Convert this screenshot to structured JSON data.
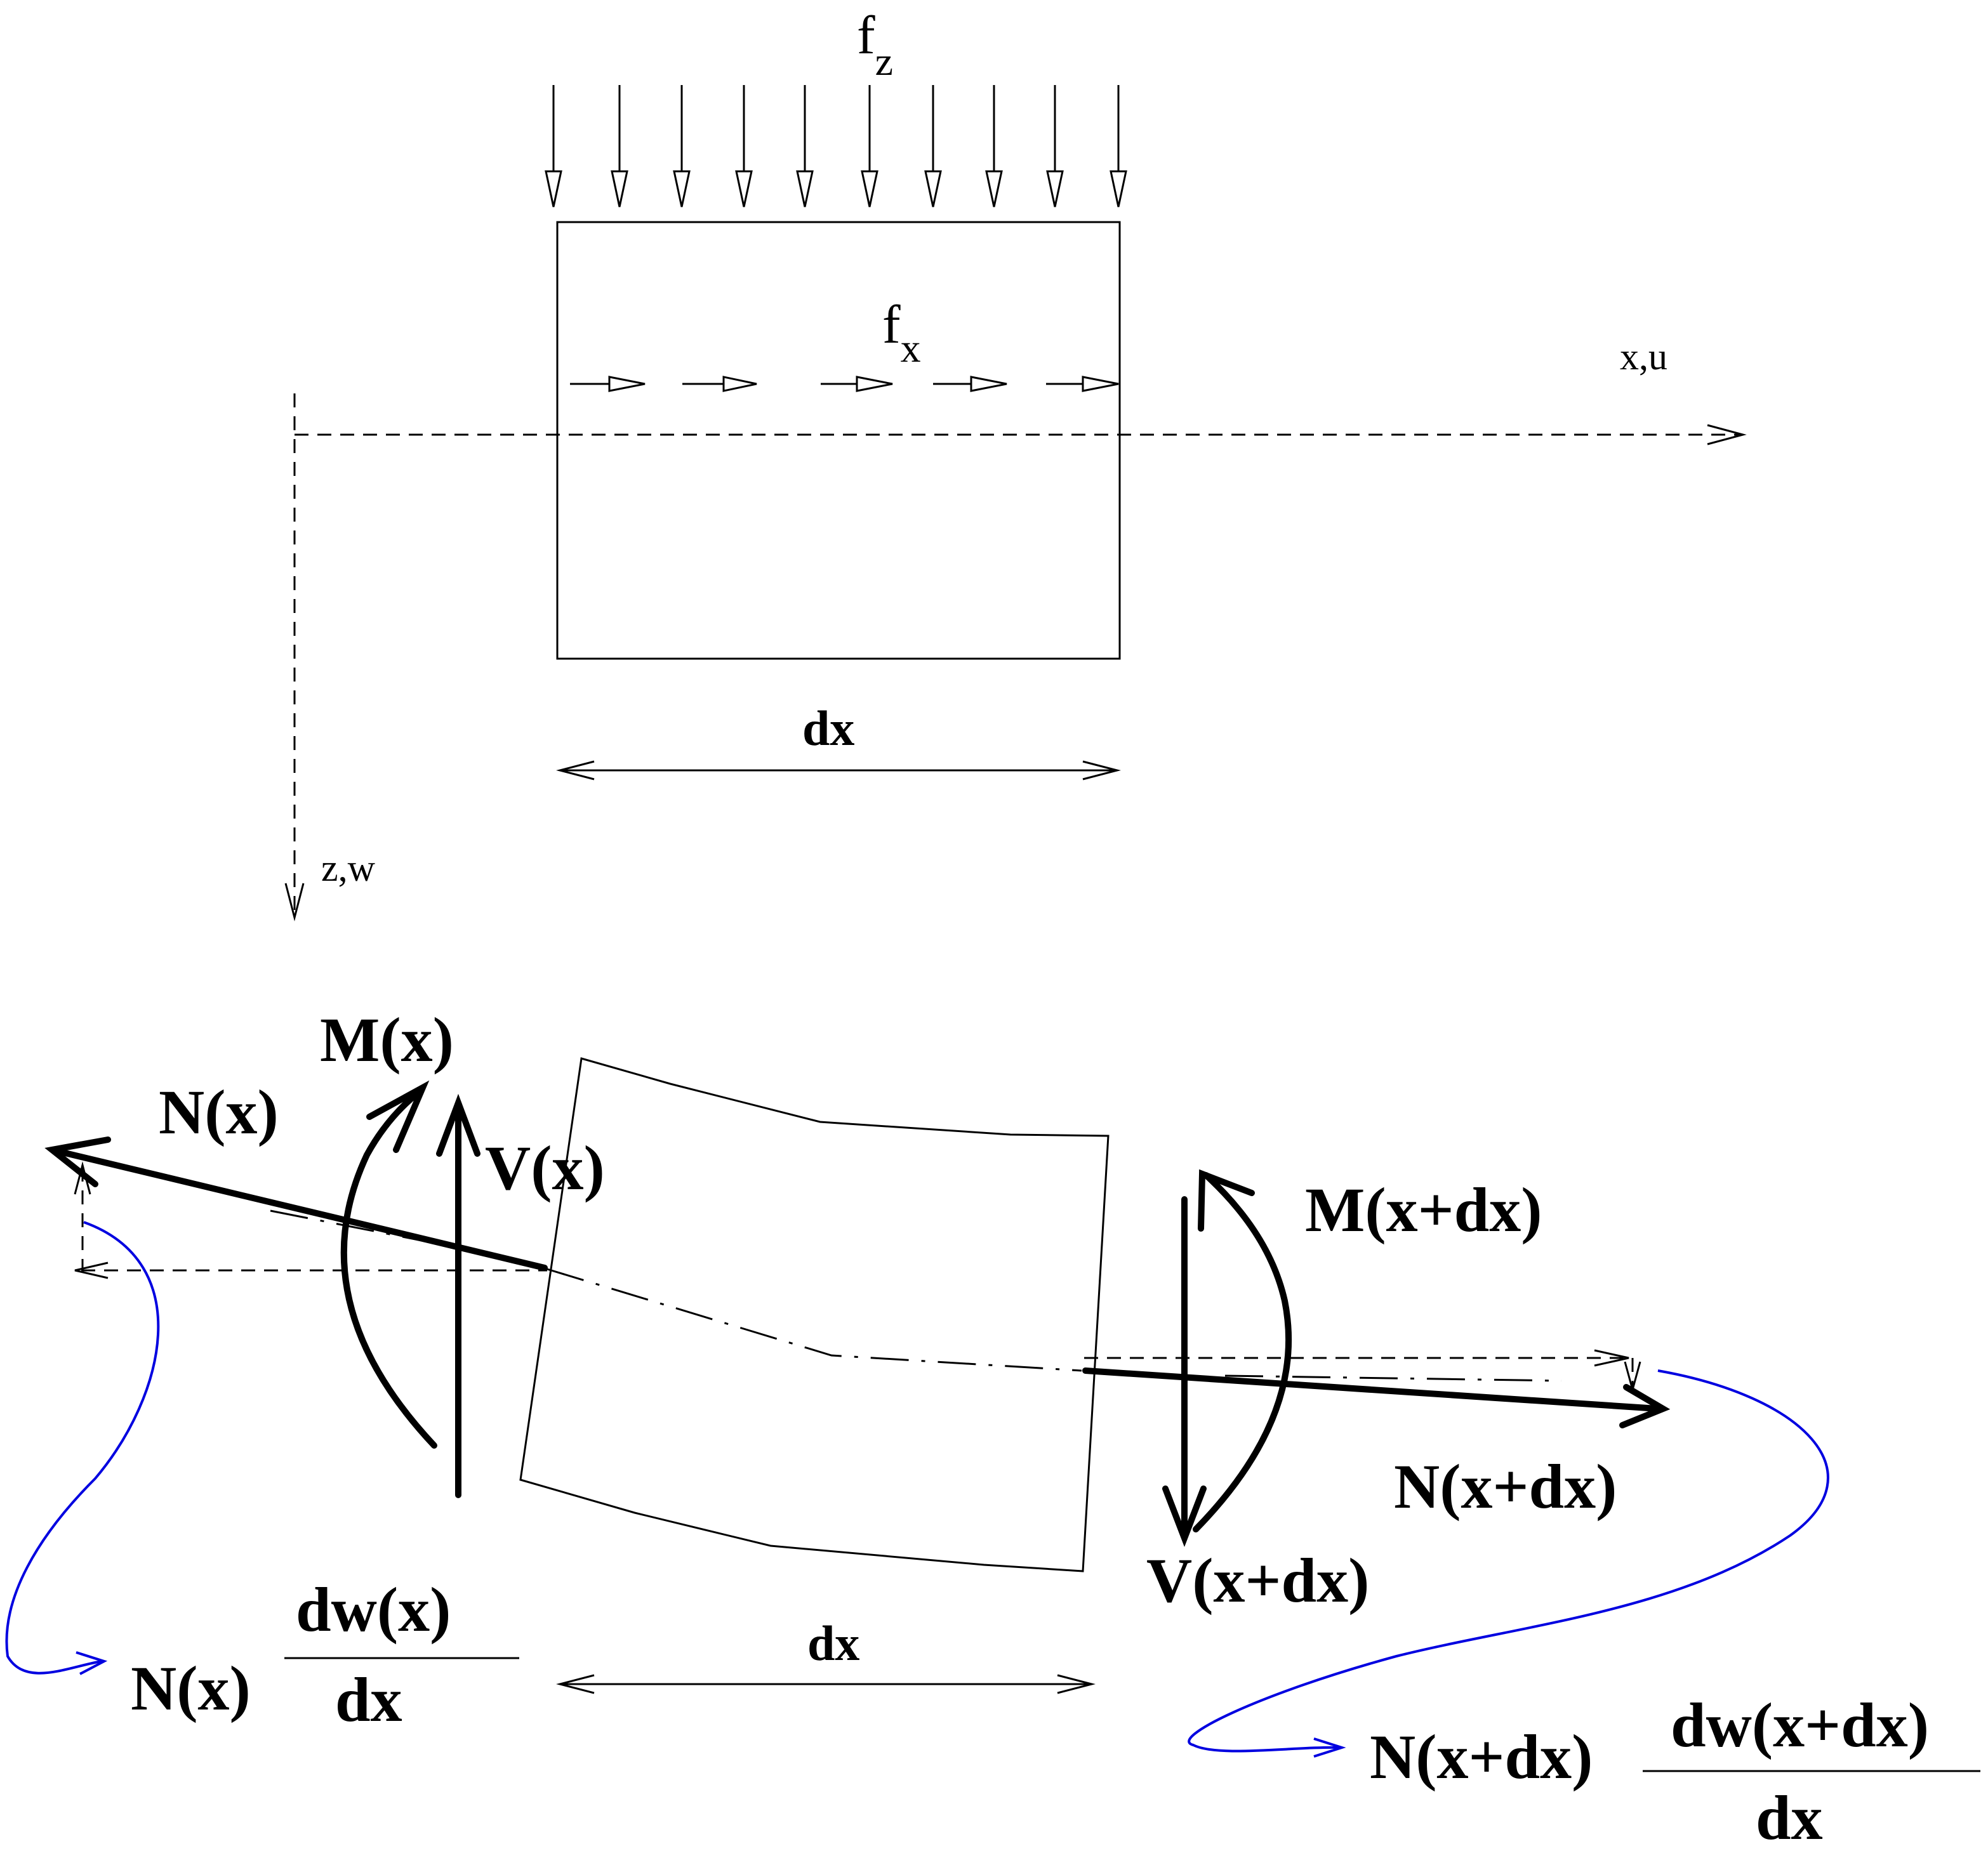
{
  "labels": {
    "fz_main": "f",
    "fz_sub": "z",
    "fx_main": "f",
    "fx_sub": "x",
    "axis_x": "x,u",
    "axis_z": "z,w",
    "dx_top": "dx",
    "M_left": "M(x)",
    "N_left": "N(x)",
    "V_left": "V(x)",
    "M_right": "M(x+dx)",
    "N_right": "N(x+dx)",
    "V_right": "V(x+dx)",
    "dx_bottom": "dx",
    "formula_left": {
      "factor": "N(x)",
      "numerator": "dw(x)",
      "denominator": "dx"
    },
    "formula_right": {
      "factor": "N(x+dx)",
      "numerator": "dw(x+dx)",
      "denominator": "dx"
    }
  },
  "colors": {
    "ink": "#000000",
    "annotation": "#0000e0",
    "background": "#ffffff"
  }
}
